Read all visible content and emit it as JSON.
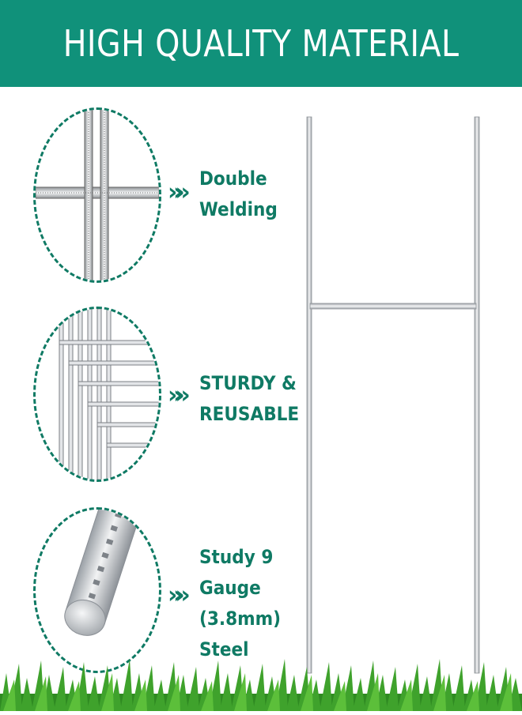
{
  "header": {
    "title": "HIGH QUALITY MATERIAL"
  },
  "colors": {
    "banner": "#10917a",
    "accent": "#0f7a64",
    "steel": "#c9ccd0",
    "grass": "#3fa22c"
  },
  "features": [
    {
      "icon": "double-welding-closeup-icon",
      "lines": [
        "Double",
        "Welding"
      ]
    },
    {
      "icon": "stacked-stakes-closeup-icon",
      "lines": [
        "STURDY &",
        "REUSABLE"
      ]
    },
    {
      "icon": "steel-rod-closeup-icon",
      "lines": [
        "Study 9",
        "Gauge",
        "(3.8mm)",
        "Steel"
      ]
    }
  ],
  "arrow_glyph": "»»",
  "illustration": "h-frame-stake-icon"
}
